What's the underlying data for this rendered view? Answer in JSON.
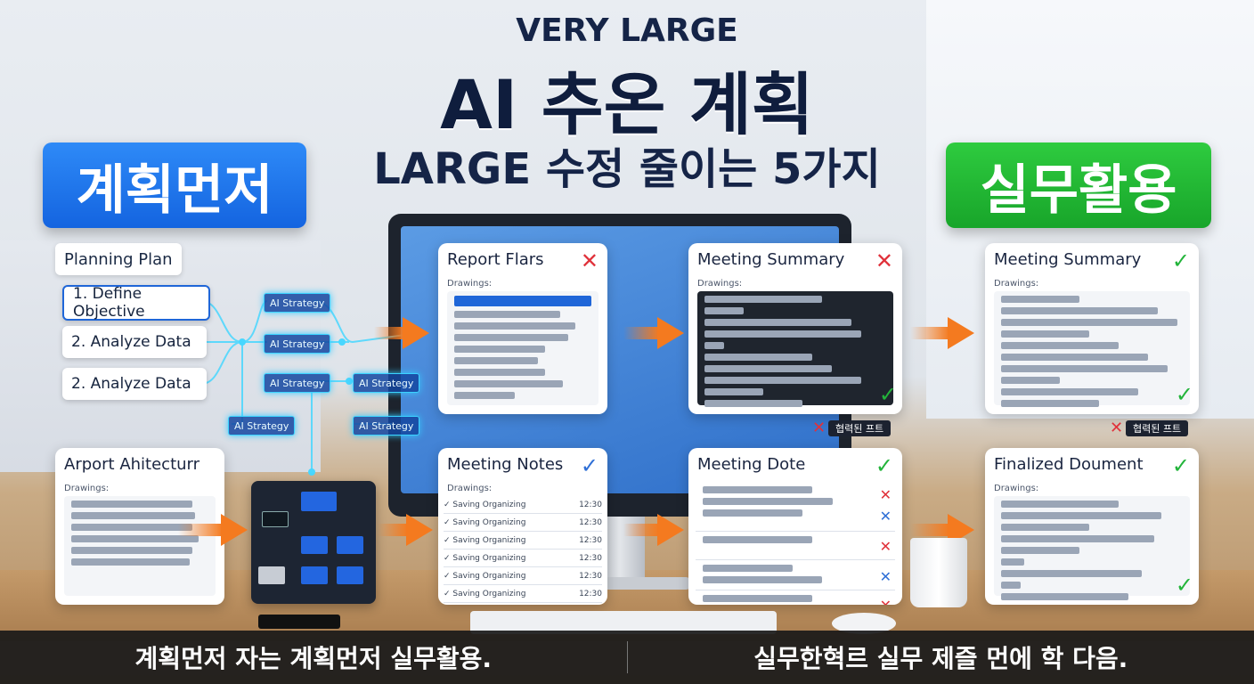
{
  "header": {
    "line1": "VERY LARGE",
    "line2": "AI 추온 계획",
    "line3": "LARGE 수정 줄이는 5가지"
  },
  "banners": {
    "left": "계획먼저",
    "right": "실무활용"
  },
  "planning": {
    "title": "Planning Plan",
    "steps": [
      "1. Define Objective",
      "2. Analyze Data",
      "2. Analyze Data"
    ]
  },
  "chips": [
    "AI Strategy",
    "AI Strategy",
    "AI Strategy",
    "AI Strategy",
    "AI Strategy",
    "AI Strategy"
  ],
  "cards": {
    "report": {
      "title": "Report Flars",
      "sub": "Drawings:"
    },
    "summary1": {
      "title": "Meeting Summary",
      "sub": "Drawings:"
    },
    "summary2": {
      "title": "Meeting Summary",
      "sub": "Drawings:"
    },
    "airport": {
      "title": "Arport Ahitecturr",
      "sub": "Drawings:"
    },
    "notes": {
      "title": "Meeting Notes",
      "sub": "Drawings:",
      "rows": [
        {
          "label": "✓ Saving Organizing",
          "value": "12:30"
        },
        {
          "label": "✓ Saving Organizing",
          "value": "12:30"
        },
        {
          "label": "✓ Saving Organizing",
          "value": "12:30"
        },
        {
          "label": "✓ Saving Organizing",
          "value": "12:30"
        },
        {
          "label": "✓ Saving Organizing",
          "value": "12:30"
        },
        {
          "label": "✓ Saving Organizing",
          "value": "12:30"
        }
      ]
    },
    "dote": {
      "title": "Meeting Dote"
    },
    "final": {
      "title": "Finalized Doument",
      "sub": "Drawings:"
    }
  },
  "tags": {
    "tag1": "협력된 프트",
    "tag2": "협력된 프트"
  },
  "captions": {
    "left": "계획먼저 자는 계획먼저 실무활용.",
    "right": "실무한혁르 실무 제즐 먼에 학 다음."
  },
  "colors": {
    "blue": "#1f66d8",
    "green": "#22b43a",
    "red": "#e0313a",
    "orange": "#f47a1f"
  }
}
